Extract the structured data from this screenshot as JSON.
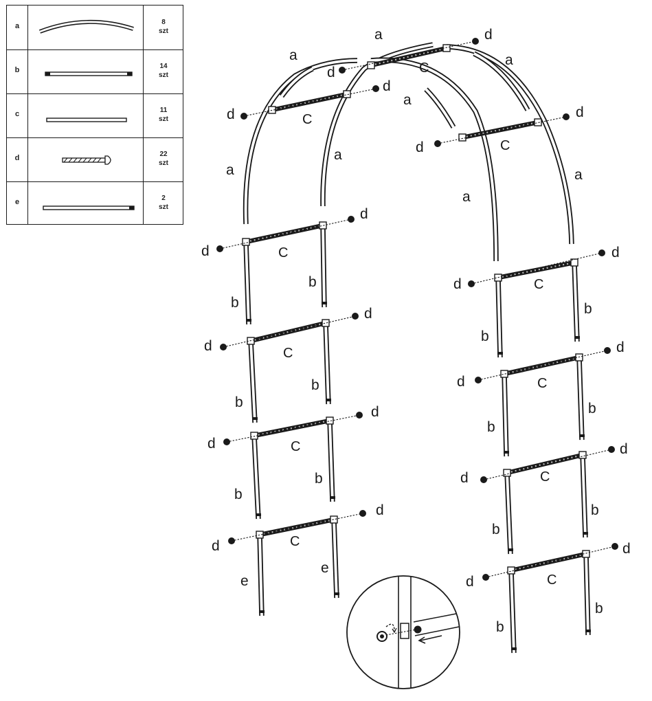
{
  "parts": [
    {
      "letter": "a",
      "qty": "8",
      "unit": "szt",
      "icon": "arc-tube-icon"
    },
    {
      "letter": "b",
      "qty": "14",
      "unit": "szt",
      "icon": "short-tube-icon"
    },
    {
      "letter": "c",
      "qty": "11",
      "unit": "szt",
      "icon": "connector-bar-icon"
    },
    {
      "letter": "d",
      "qty": "22",
      "unit": "szt",
      "icon": "bolt-icon"
    },
    {
      "letter": "e",
      "qty": "2",
      "unit": "szt",
      "icon": "long-tube-icon"
    }
  ],
  "labels": {
    "a": "a",
    "b": "b",
    "c": "C",
    "d": "d",
    "e": "e"
  }
}
